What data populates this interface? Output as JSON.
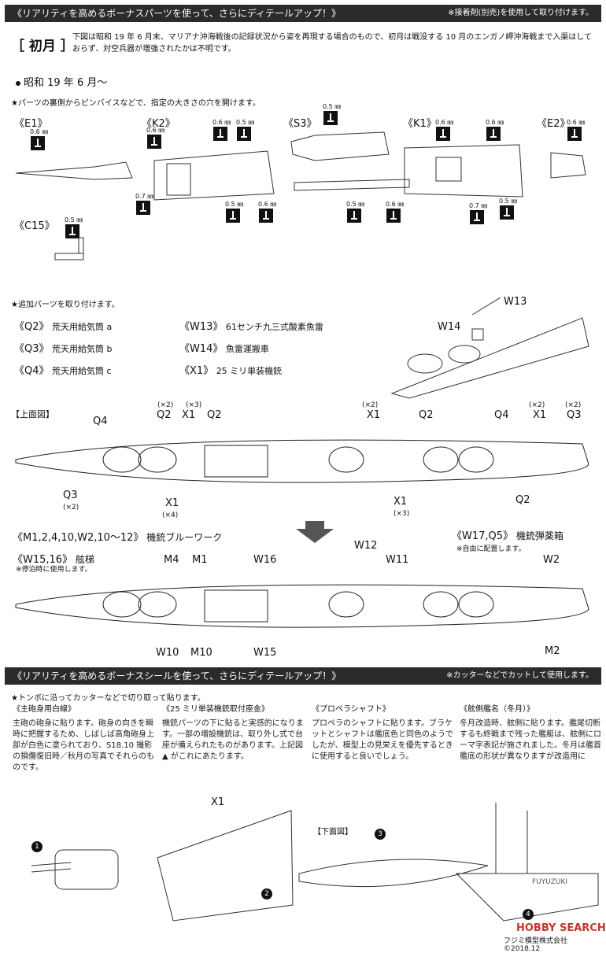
{
  "banner1": {
    "title": "《リアリティを高めるボーナスパーツを使って、さらにディテールアップ！》",
    "note": "※接着剤(別売)を使用して取り付けます。"
  },
  "ship": {
    "tag": "［ 初月 ］",
    "desc": "下図は昭和 19 年 6 月末、マリアナ沖海戦後の記録状況から姿を再現する場合のもので、初月は戦没する 10 月のエンガノ岬沖海戦まで入渠はしておらず、対空兵器が増強されたかは不明です。"
  },
  "period": "昭和 19 年 6 月～",
  "drill_step": "★パーツの裏側からピンバイスなどで、指定の大きさの穴を開けます。",
  "parts": {
    "e1": "《E1》",
    "k2": "《K2》",
    "s3": "《S3》",
    "k1": "《K1》",
    "e2": "《E2》",
    "c15": "《C15》"
  },
  "drill_sizes": {
    "s06": "0.6 ㎜",
    "s05": "0.5 ㎜",
    "s07": "0.7 ㎜"
  },
  "add_step": "★追加パーツを取り付けます。",
  "add_parts": [
    {
      "code": "《Q2》",
      "name": "荒天用給気筒 a"
    },
    {
      "code": "《Q3》",
      "name": "荒天用給気筒 b"
    },
    {
      "code": "《Q4》",
      "name": "荒天用給気筒 c"
    },
    {
      "code": "《W13》",
      "name": "61センチ九三式酸素魚雷"
    },
    {
      "code": "《W14》",
      "name": "魚雷運搬車"
    },
    {
      "code": "《X1》",
      "name": "25 ミリ単装機銃"
    }
  ],
  "callouts": {
    "w13": "W13",
    "w14": "W14"
  },
  "top_view": {
    "title": "【上面図】",
    "labels": {
      "q4": "Q4",
      "q2": "Q2",
      "x1": "X1",
      "q3": "Q3",
      "x2": "(×2)",
      "x3": "(×3)",
      "x4": "(×4)"
    }
  },
  "mg": {
    "code": "《M1,2,4,10,W2,10～12》",
    "name": "機銃ブルーワーク"
  },
  "w17": {
    "code": "《W17,Q5》",
    "name": "機銃弾薬箱",
    "note": "※自由に配置します。"
  },
  "w15": {
    "code": "《W15,16》",
    "name": "舷梯",
    "note": "※停泊時に使用します。"
  },
  "lower_labels": {
    "m4": "M4",
    "m1": "M1",
    "w16": "W16",
    "w12": "W12",
    "w11": "W11",
    "w2": "W2",
    "w10": "W10",
    "m10": "M10",
    "w15": "W15",
    "m2": "M2"
  },
  "banner2": {
    "title": "《リアリティを高めるボーナスシールを使って、さらにディテールアップ！》",
    "note": "※カッターなどでカットして使用します。"
  },
  "seal_step": "★トンボに沿ってカッターなどで切り取って貼ります。",
  "columns": [
    {
      "head": "《主砲身用白線》",
      "body": "主砲の砲身に貼ります。砲身の向きを瞬時に把握するため、しばしば高角砲身上部が白色に塗られており、S18.10 撮影の損傷復旧時／秋月の写真でそれらのものです。"
    },
    {
      "head": "《25 ミリ単装機銃取付座金》",
      "body": "機銃パーツの下に貼ると実感的になります。一部の増設機銃は、取り外し式で台座が備えられたものがあります。上記図 ▲ がこれにあたります。"
    },
    {
      "head": "《プロペラシャフト》",
      "body": "プロペラのシャフトに貼ります。ブラケットとシャフトは艦底色と同色のようでしたが、模型上の見栄えを優先するときに使用すると良いでしょう。"
    },
    {
      "head": "《舷側艦名（冬月）》",
      "body": "冬月改造時、舷側に貼ります。艦尾切断するも終戦まで残った艦艇は、舷側にローマ字表記が施されました。冬月は艦首艦底の形状が異なりますが改造用に"
    }
  ],
  "bottom": {
    "under_view": "【下面図】",
    "x1": "X1",
    "n1": "1",
    "n2": "2",
    "n3": "3",
    "n4": "4",
    "hull_name": "FUYUZUKI",
    "logo": "HOBBY SEARCH",
    "copyright": "フジミ模型株式会社 ©2018.12"
  }
}
